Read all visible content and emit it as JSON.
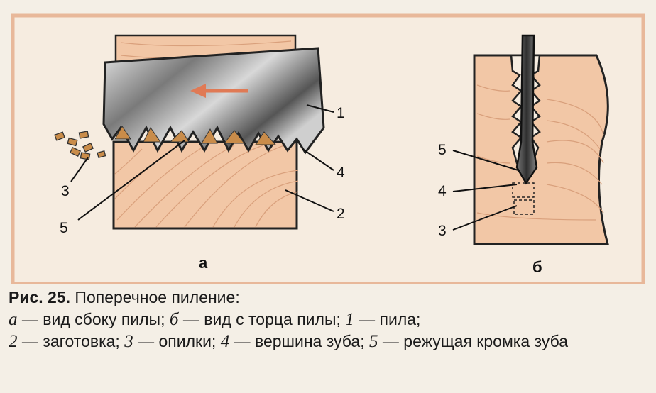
{
  "figure": {
    "panel_a": {
      "sublabel": "а",
      "callouts": {
        "saw": "1",
        "workpiece": "2",
        "sawdust": "3",
        "tooth_tip": "4",
        "cutting_edge": "5"
      }
    },
    "panel_b": {
      "sublabel": "б",
      "callouts": {
        "cutting_edge": "5",
        "tooth_tip": "4",
        "sawdust": "3"
      }
    }
  },
  "caption": {
    "fig_number": "Рис. 25.",
    "title": "Поперечное пиление:",
    "items": [
      {
        "key": "а",
        "text": "вид сбоку пилы;"
      },
      {
        "key": "б",
        "text": "вид с торца пилы;"
      },
      {
        "key": "1",
        "text": "пила;"
      },
      {
        "key": "2",
        "text": "заготовка;"
      },
      {
        "key": "3",
        "text": "опилки;"
      },
      {
        "key": "4",
        "text": "вершина зуба;"
      },
      {
        "key": "5",
        "text": "режущая кромка зуба"
      }
    ]
  },
  "colors": {
    "frame": "#e8b89a",
    "wood": "#f2c7a6",
    "wood_grain": "#d9a07c",
    "saw_dark": "#4a4a4a",
    "saw_light": "#dcdcdc",
    "arrow": "#e07a55",
    "sawdust": "#c98c4a"
  }
}
